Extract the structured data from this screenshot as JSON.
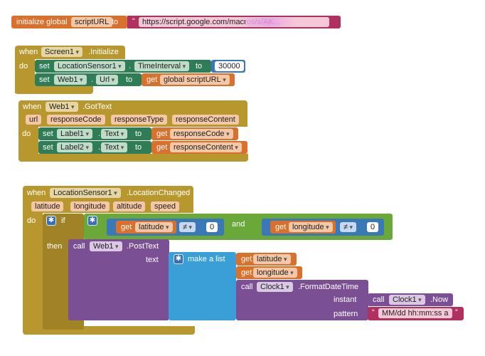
{
  "global_block": {
    "init_label": "initialize global",
    "var": "scriptURL",
    "to": "to",
    "url": "https://script.google.com/macros/s/AKfycb...",
    "url_visible": "https://script.google.com/macros/s/AK..."
  },
  "screen_init": {
    "when": "when",
    "component": "Screen1",
    "event": ".Initialize",
    "do": "do",
    "set": "set",
    "loc": "LocationSensor1",
    "dot": ".",
    "prop1": "TimeInterval",
    "to": "to",
    "value": "30000",
    "web": "Web1",
    "prop2": "Url",
    "get": "get",
    "getvar": "global scriptURL"
  },
  "gottext": {
    "when": "when",
    "component": "Web1",
    "event": ".GotText",
    "params": [
      "url",
      "responseCode",
      "responseType",
      "responseContent"
    ],
    "do": "do",
    "set": "set",
    "label1": "Label1",
    "label2": "Label2",
    "prop": "Text",
    "to": "to",
    "get": "get",
    "get1": "responseCode",
    "get2": "responseContent"
  },
  "loc_changed": {
    "when": "when",
    "component": "LocationSensor1",
    "event": ".LocationChanged",
    "params": [
      "latitude",
      "longitude",
      "altitude",
      "speed"
    ],
    "do": "do",
    "if": "if",
    "then": "then",
    "get": "get",
    "lat": "latitude",
    "lon": "longitude",
    "neq": "≠",
    "zero": "0",
    "and": "and",
    "call": "call",
    "web": "Web1",
    "method": ".PostText",
    "text": "text",
    "make_list": "make a list",
    "clock": "Clock1",
    "fdt": ".FormatDateTime",
    "instant": "instant",
    "pattern": "pattern",
    "now": ".Now",
    "pattern_value": "MM/dd  hh:mm:ss a"
  }
}
